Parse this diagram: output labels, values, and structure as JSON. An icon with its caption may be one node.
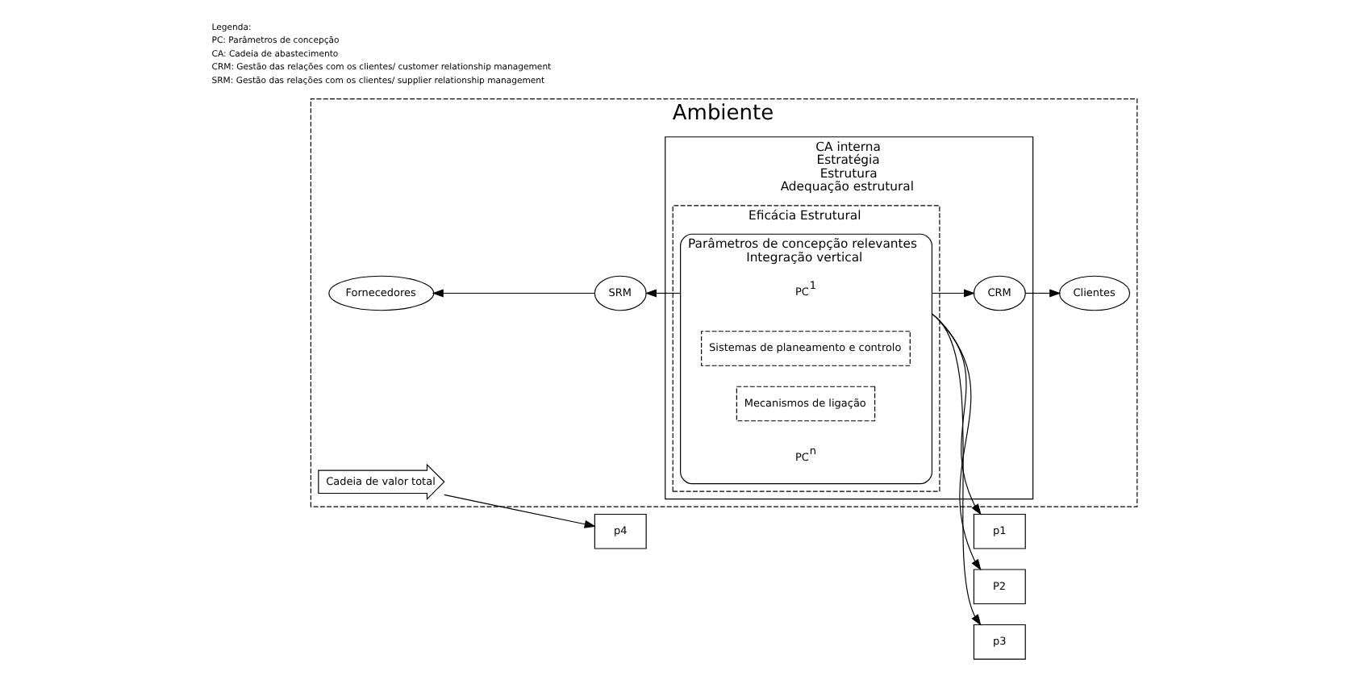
{
  "diagram": {
    "nodes": [
      {
        "text": [
          "Ambiente"
        ]
      },
      {
        "text": [
          "CA interna",
          "Estratégia",
          "Estrutura",
          "Adequação estrutural"
        ],
        "in": 0
      },
      {
        "text": [
          "Eficácia Estrutural"
        ],
        "in": 1
      },
      {
        "text": [
          "Parâmetros de concepção relevantes",
          "Integração vertical"
        ],
        "in": 2
      },
      {
        "text": [
          "PC$^{1}$"
        ],
        "in": 3
      },
      {
        "text": [
          "Sistemas de planeamento e controlo"
        ],
        "in": 3
      },
      {
        "text": [
          "Mecanismos de ligação"
        ],
        "in": 3
      },
      {
        "text": [
          "PC$^{n}$"
        ],
        "in": 3
      },
      {
        "text": [
          "SRM"
        ],
        "in": 0
      },
      {
        "text": [
          "CRM"
        ],
        "in": 1
      },
      {
        "text": [
          "Fornecedores"
        ],
        "in": 0
      },
      {
        "text": [
          "Clientes"
        ],
        "in": 0
      },
      {
        "text": [
          "Cadeia de valor total"
        ],
        "in": 0
      },
      {
        "text": [
          "p1"
        ]
      },
      {
        "text": [
          "P2"
        ]
      },
      {
        "text": [
          "p3"
        ]
      },
      {
        "text": [
          "p4"
        ]
      }
    ],
    "edges": [
      {
        "from": 3,
        "to": 8,
        "arrow": "to"
      },
      {
        "from": 8,
        "to": 10,
        "arrow": "to"
      },
      {
        "from": 3,
        "to": 9,
        "arrow": "to"
      },
      {
        "from": 9,
        "to": 11,
        "arrow": "to"
      },
      {
        "from": 2,
        "to": 13,
        "arrow": "to"
      },
      {
        "from": 3,
        "to": 14,
        "arrow": "to"
      },
      {
        "from": 3,
        "to": 15,
        "arrow": "to"
      },
      {
        "from": 12,
        "to": 16,
        "arrow": "to"
      }
    ],
    "labels": [
      "Legenda:",
      "PC: Parâmetros de concepção",
      "CA: Cadeia de abastecimento",
      "CRM: Gestão das relações com os clientes/ customer relationship management",
      "SRM: Gestão das relações com os clientes/ supplier relationship management"
    ]
  }
}
